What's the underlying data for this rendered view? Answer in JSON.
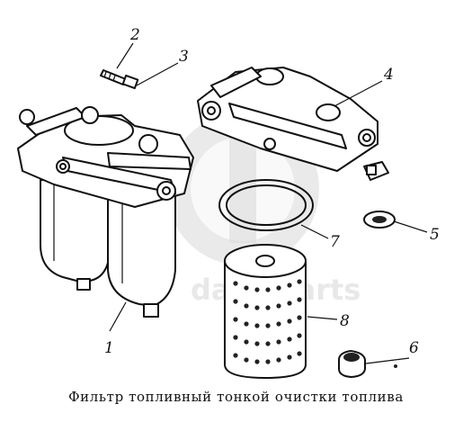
{
  "caption": "Фильтр топливный тонкой очистки топлива",
  "watermark": "data-parts",
  "callouts": [
    {
      "id": "1",
      "text": "1"
    },
    {
      "id": "2",
      "text": "2"
    },
    {
      "id": "3",
      "text": "3"
    },
    {
      "id": "4",
      "text": "4"
    },
    {
      "id": "5",
      "text": "5"
    },
    {
      "id": "6",
      "text": "6"
    },
    {
      "id": "7",
      "text": "7"
    },
    {
      "id": "8",
      "text": "8"
    }
  ]
}
